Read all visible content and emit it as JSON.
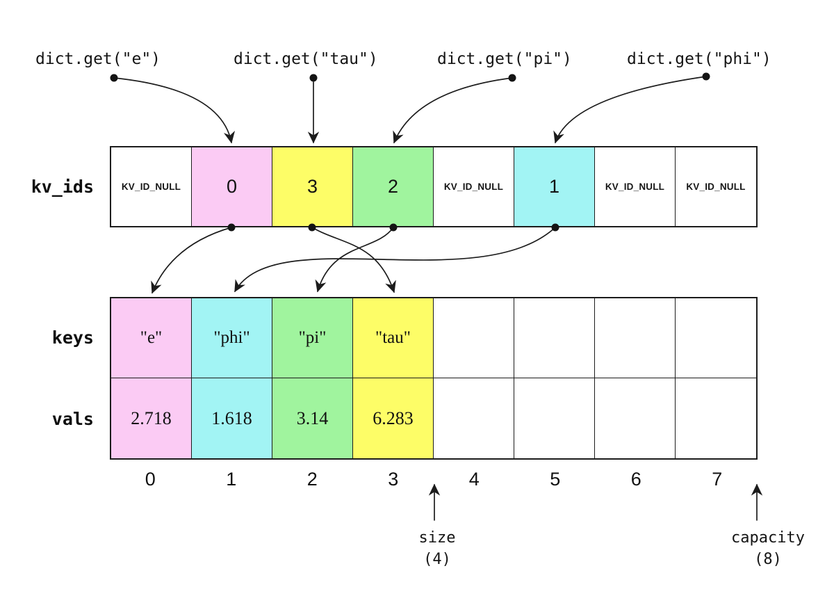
{
  "queries": [
    {
      "label": "dict.get(\"e\")"
    },
    {
      "label": "dict.get(\"tau\")"
    },
    {
      "label": "dict.get(\"pi\")"
    },
    {
      "label": "dict.get(\"phi\")"
    }
  ],
  "arrays": {
    "kv_ids": {
      "label": "kv_ids",
      "cells": [
        {
          "text": "KV_ID_NULL",
          "color": "white"
        },
        {
          "text": "0",
          "color": "pink"
        },
        {
          "text": "3",
          "color": "yellow"
        },
        {
          "text": "2",
          "color": "green"
        },
        {
          "text": "KV_ID_NULL",
          "color": "white"
        },
        {
          "text": "1",
          "color": "cyan"
        },
        {
          "text": "KV_ID_NULL",
          "color": "white"
        },
        {
          "text": "KV_ID_NULL",
          "color": "white"
        }
      ]
    },
    "keys": {
      "label": "keys",
      "cells": [
        {
          "text": "\"e\"",
          "color": "pink"
        },
        {
          "text": "\"phi\"",
          "color": "cyan"
        },
        {
          "text": "\"pi\"",
          "color": "green"
        },
        {
          "text": "\"tau\"",
          "color": "yellow"
        },
        {
          "text": "",
          "color": "white"
        },
        {
          "text": "",
          "color": "white"
        },
        {
          "text": "",
          "color": "white"
        },
        {
          "text": "",
          "color": "white"
        }
      ]
    },
    "vals": {
      "label": "vals",
      "cells": [
        {
          "text": "2.718",
          "color": "pink"
        },
        {
          "text": "1.618",
          "color": "cyan"
        },
        {
          "text": "3.14",
          "color": "green"
        },
        {
          "text": "6.283",
          "color": "yellow"
        },
        {
          "text": "",
          "color": "white"
        },
        {
          "text": "",
          "color": "white"
        },
        {
          "text": "",
          "color": "white"
        },
        {
          "text": "",
          "color": "white"
        }
      ]
    }
  },
  "indices": [
    "0",
    "1",
    "2",
    "3",
    "4",
    "5",
    "6",
    "7"
  ],
  "annotations": {
    "size_label": "size",
    "size_value": "(4)",
    "capacity_label": "capacity",
    "capacity_value": "(8)"
  },
  "colors": {
    "pink": "#FBCBF4",
    "yellow": "#FDFD67",
    "green": "#A0F49E",
    "cyan": "#A2F4F4",
    "white": "#FFFFFF",
    "line": "#1C1C1C"
  }
}
